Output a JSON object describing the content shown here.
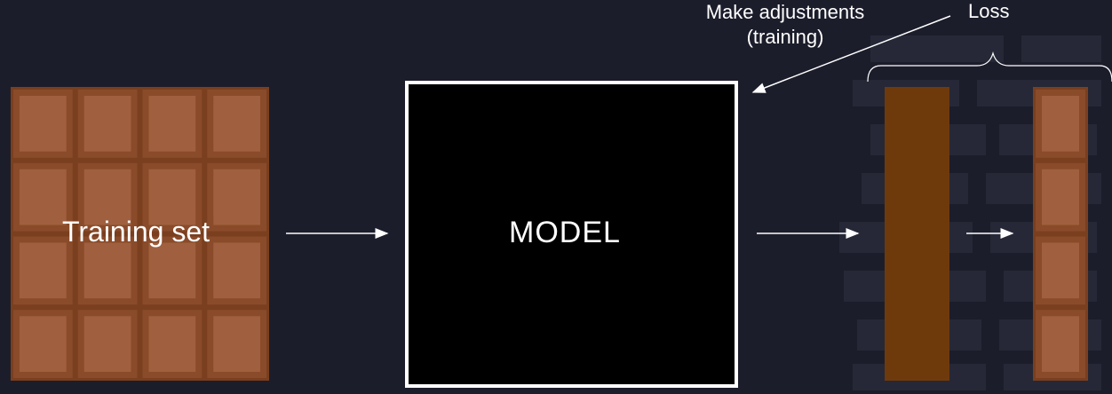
{
  "labels": {
    "training_set": "Training set",
    "model": "MODEL",
    "adjust_line1": "Make adjustments",
    "adjust_line2": "(training)",
    "loss": "Loss"
  },
  "colors": {
    "background": "#1c1d2b",
    "chocolate_light": "#9a5a3a",
    "chocolate_dark": "#6e3a0c",
    "model_box": "#000000",
    "arrow": "#ffffff"
  }
}
